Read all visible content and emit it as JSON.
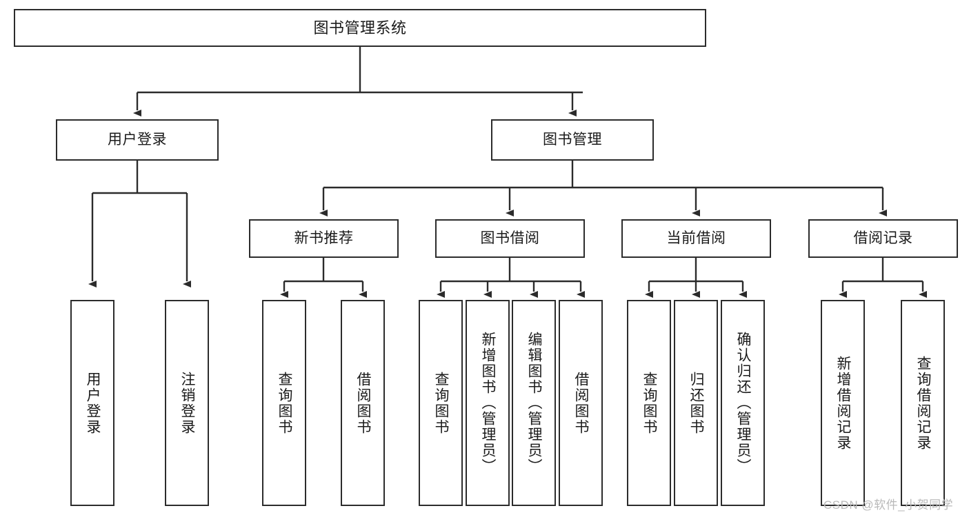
{
  "diagram": {
    "title": "图书管理系统",
    "type": "hierarchy-tree",
    "colors": {
      "box_border": "#2b2b2b",
      "box_fill": "#ffffff",
      "edge": "#2b2b2b",
      "text": "#1a1a1a",
      "watermark": "#b9b9b9"
    },
    "levels": {
      "root": {
        "label": "图书管理系统"
      },
      "level2": [
        {
          "label": "用户登录"
        },
        {
          "label": "图书管理"
        }
      ],
      "level3": [
        {
          "label": "新书推荐"
        },
        {
          "label": "图书借阅"
        },
        {
          "label": "当前借阅"
        },
        {
          "label": "借阅记录"
        }
      ],
      "leaves": {
        "user_login": [
          {
            "label": "用户登录"
          },
          {
            "label": "注销登录"
          }
        ],
        "new_book_recommend": [
          {
            "label": "查询图书"
          },
          {
            "label": "借阅图书"
          }
        ],
        "book_borrow": [
          {
            "label": "查询图书"
          },
          {
            "label": "新增图书（管理员）"
          },
          {
            "label": "编辑图书（管理员）"
          },
          {
            "label": "借阅图书"
          }
        ],
        "current_borrow": [
          {
            "label": "查询图书"
          },
          {
            "label": "归还图书"
          },
          {
            "label": "确认归还（管理员）"
          }
        ],
        "borrow_record": [
          {
            "label": "新增借阅记录"
          },
          {
            "label": "查询借阅记录"
          }
        ]
      }
    }
  },
  "watermark": {
    "text": "CSDN @软件_小贺同学"
  }
}
